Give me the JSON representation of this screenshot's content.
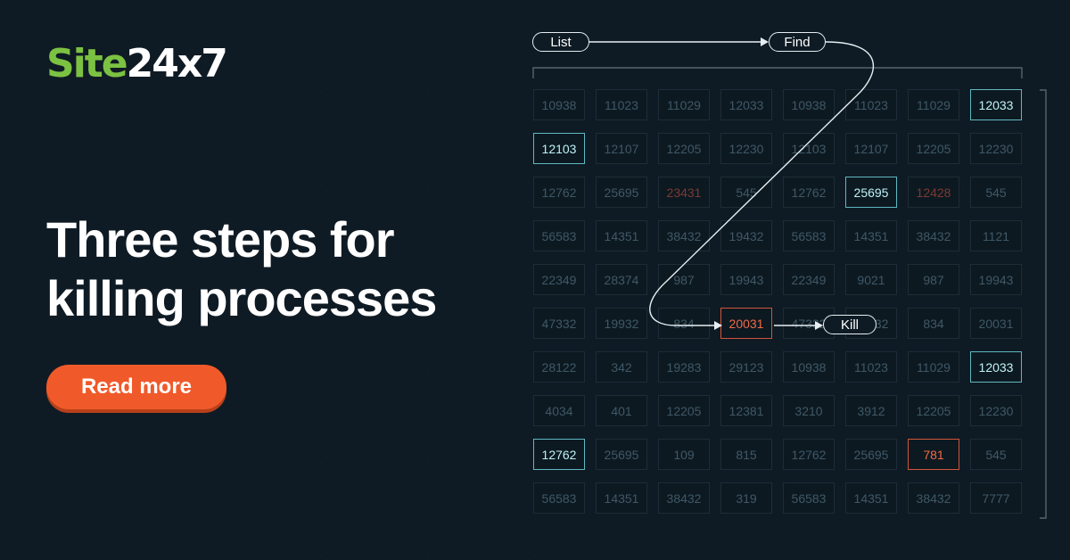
{
  "logo": {
    "part1": "Site",
    "part2": "24x7"
  },
  "headline": {
    "line1": "Three steps for",
    "line2": "killing processes"
  },
  "cta": {
    "label": "Read more"
  },
  "steps": [
    "List",
    "Find",
    "Kill"
  ],
  "colors": {
    "background": "#0f1b24",
    "accent": "#f05a2a",
    "logo_green": "#7cc242",
    "highlight": "#5fb8c2",
    "kill": "#f06a48"
  },
  "grid": {
    "rows": [
      [
        {
          "v": "10938"
        },
        {
          "v": "11023"
        },
        {
          "v": "11029"
        },
        {
          "v": "12033"
        },
        {
          "v": "10938"
        },
        {
          "v": "11023"
        },
        {
          "v": "11029"
        },
        {
          "v": "12033",
          "s": "hl"
        }
      ],
      [
        {
          "v": "12103",
          "s": "hl"
        },
        {
          "v": "12107"
        },
        {
          "v": "12205"
        },
        {
          "v": "12230"
        },
        {
          "v": "12103"
        },
        {
          "v": "12107"
        },
        {
          "v": "12205"
        },
        {
          "v": "12230"
        }
      ],
      [
        {
          "v": "12762"
        },
        {
          "v": "25695"
        },
        {
          "v": "23431",
          "s": "dimred"
        },
        {
          "v": "545"
        },
        {
          "v": "12762"
        },
        {
          "v": "25695",
          "s": "hl"
        },
        {
          "v": "12428",
          "s": "dimred"
        },
        {
          "v": "545"
        }
      ],
      [
        {
          "v": "56583"
        },
        {
          "v": "14351"
        },
        {
          "v": "38432"
        },
        {
          "v": "19432"
        },
        {
          "v": "56583"
        },
        {
          "v": "14351"
        },
        {
          "v": "38432"
        },
        {
          "v": "1121"
        }
      ],
      [
        {
          "v": "22349"
        },
        {
          "v": "28374"
        },
        {
          "v": "987"
        },
        {
          "v": "19943"
        },
        {
          "v": "22349"
        },
        {
          "v": "9021"
        },
        {
          "v": "987"
        },
        {
          "v": "19943"
        }
      ],
      [
        {
          "v": "47332"
        },
        {
          "v": "19932"
        },
        {
          "v": "834"
        },
        {
          "v": "20031",
          "s": "red"
        },
        {
          "v": "47332"
        },
        {
          "v": "19932"
        },
        {
          "v": "834"
        },
        {
          "v": "20031"
        }
      ],
      [
        {
          "v": "28122"
        },
        {
          "v": "342"
        },
        {
          "v": "19283"
        },
        {
          "v": "29123"
        },
        {
          "v": "10938"
        },
        {
          "v": "11023"
        },
        {
          "v": "11029"
        },
        {
          "v": "12033",
          "s": "hl"
        }
      ],
      [
        {
          "v": "4034"
        },
        {
          "v": "401"
        },
        {
          "v": "12205"
        },
        {
          "v": "12381"
        },
        {
          "v": "3210"
        },
        {
          "v": "3912"
        },
        {
          "v": "12205"
        },
        {
          "v": "12230"
        }
      ],
      [
        {
          "v": "12762",
          "s": "hl"
        },
        {
          "v": "25695"
        },
        {
          "v": "109"
        },
        {
          "v": "815"
        },
        {
          "v": "12762"
        },
        {
          "v": "25695"
        },
        {
          "v": "781",
          "s": "red"
        },
        {
          "v": "545"
        }
      ],
      [
        {
          "v": "56583"
        },
        {
          "v": "14351"
        },
        {
          "v": "38432"
        },
        {
          "v": "319"
        },
        {
          "v": "56583"
        },
        {
          "v": "14351"
        },
        {
          "v": "38432"
        },
        {
          "v": "7777"
        }
      ]
    ]
  }
}
